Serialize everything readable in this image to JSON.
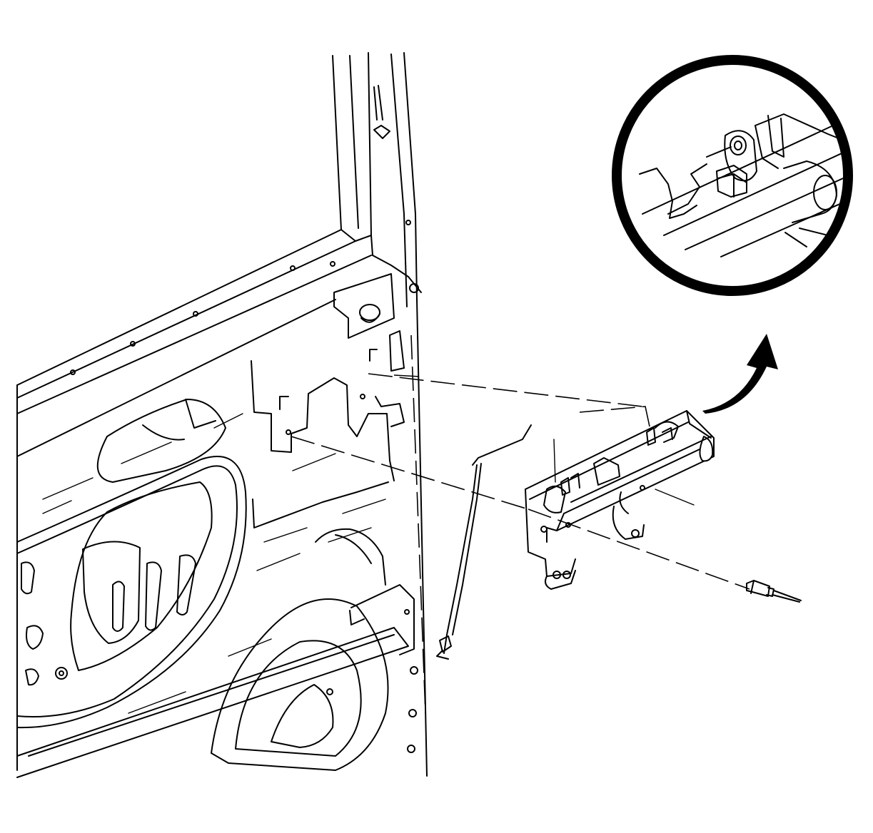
{
  "figure": {
    "kind": "service-manual-illustration",
    "colors": {
      "line": "#000000",
      "background": "#ffffff"
    },
    "components": [
      {
        "name": "door-inner-panel",
        "visible": true
      },
      {
        "name": "window-regulator-assembly",
        "visible": true
      },
      {
        "name": "rivet",
        "visible": true
      },
      {
        "name": "detail-view-magnifier",
        "visible": true
      },
      {
        "name": "callout-arrow",
        "visible": true
      }
    ]
  }
}
